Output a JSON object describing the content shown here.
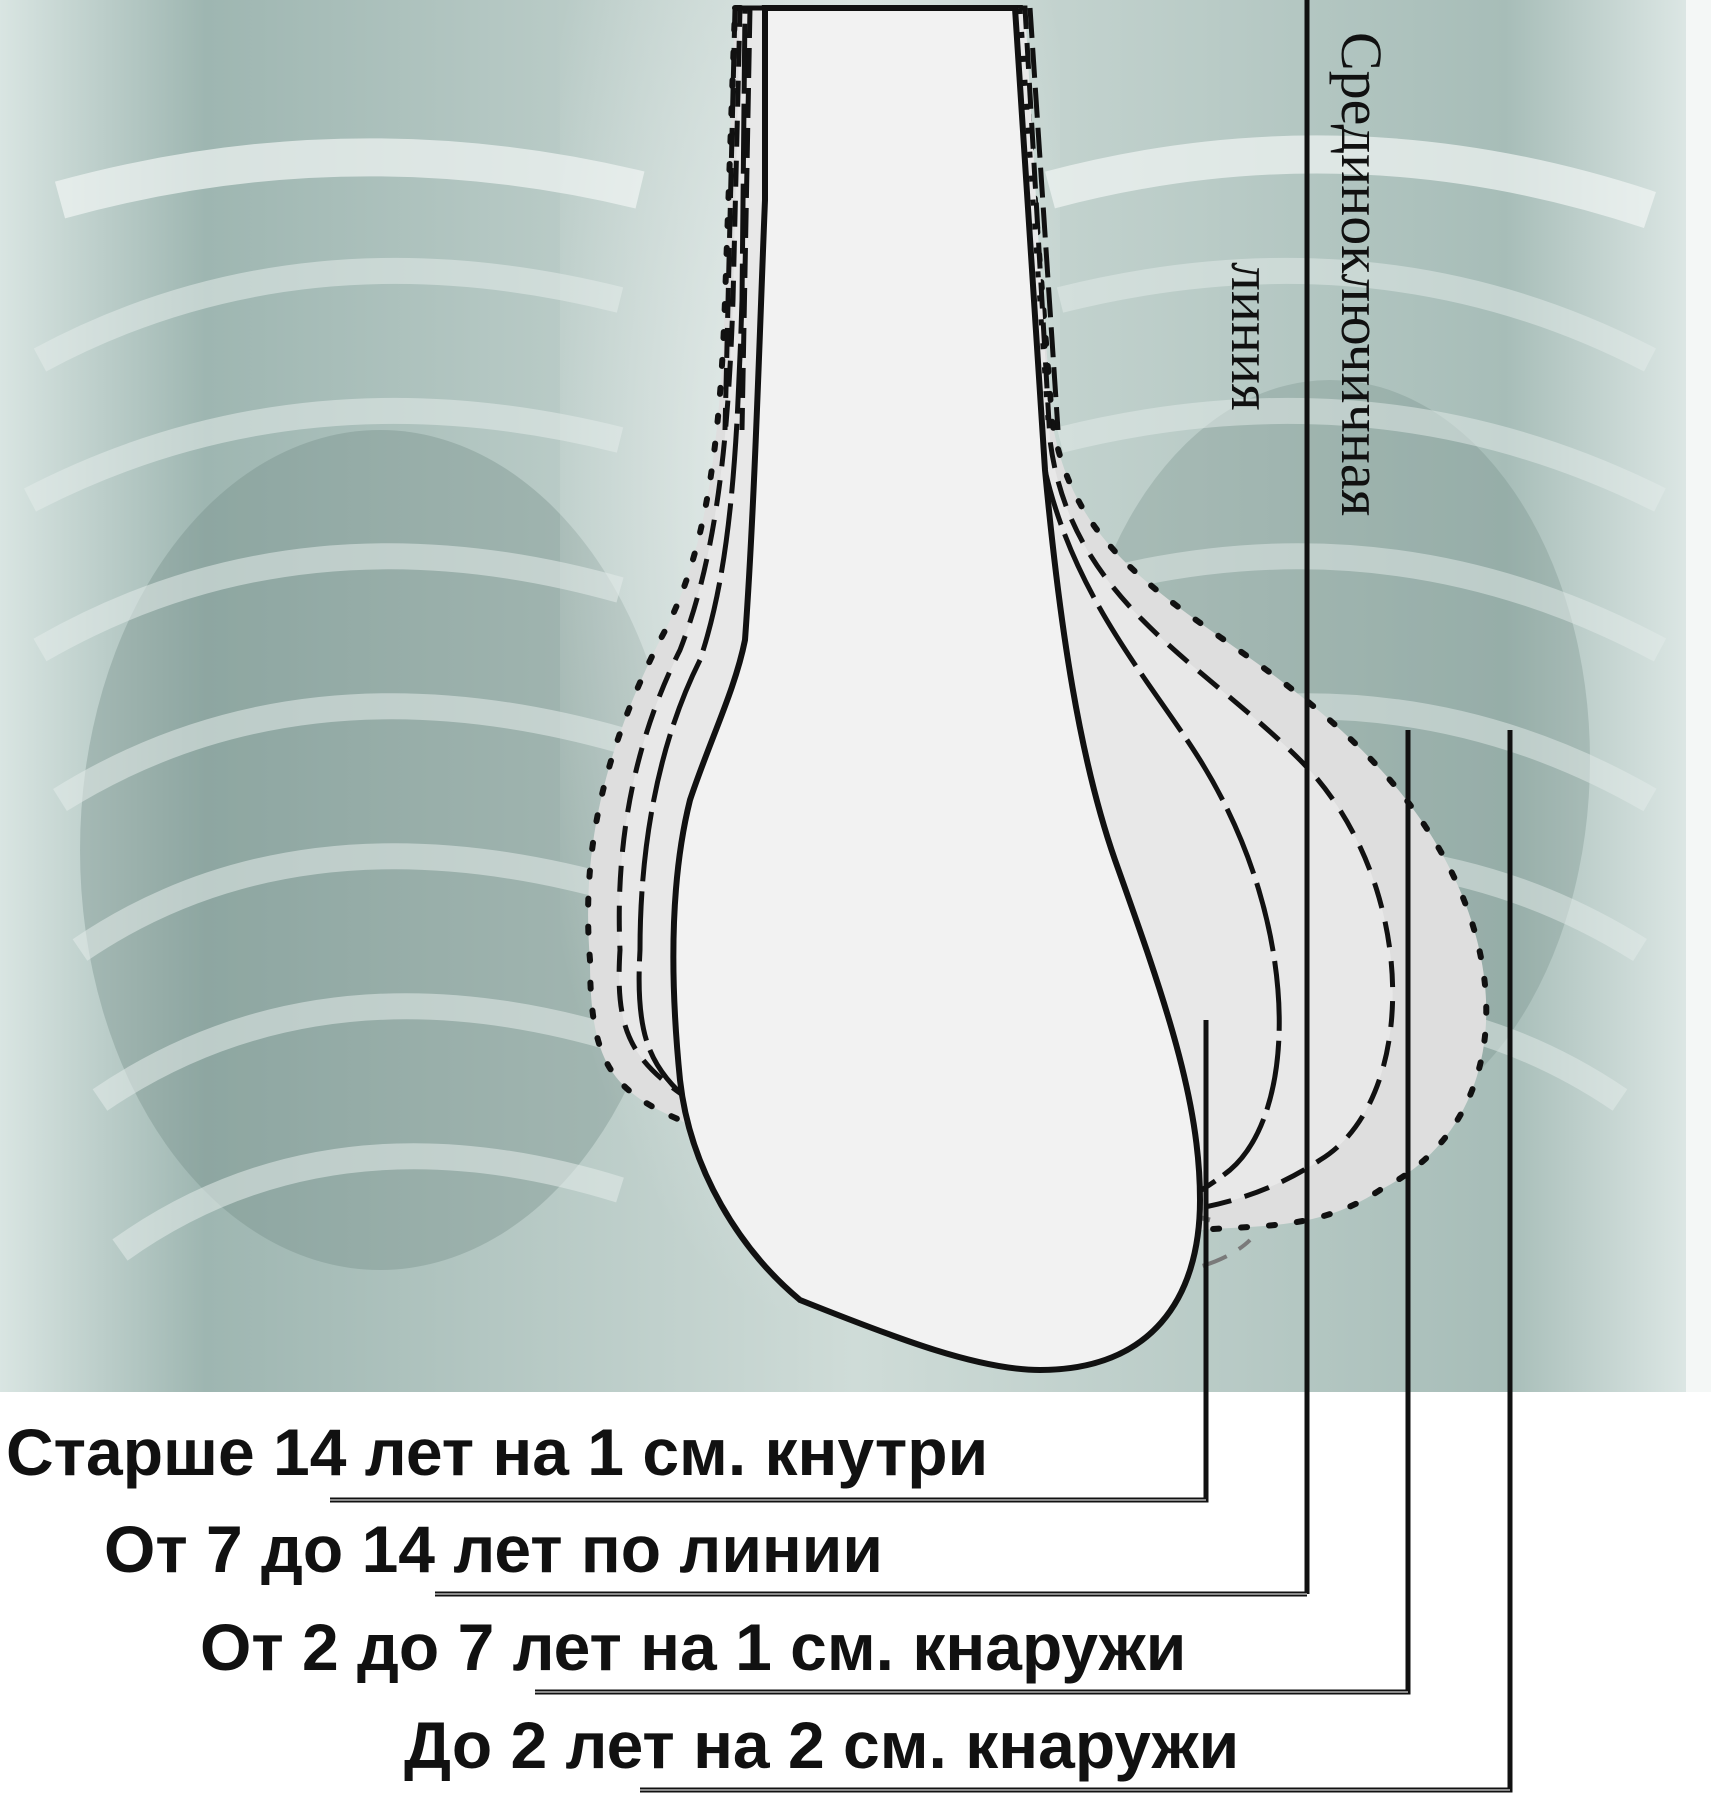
{
  "midclavicular_label": {
    "line1": "Срединоключичная",
    "line2": "линия"
  },
  "age_rules": [
    {
      "text": "Старше 14 лет на 1 см. кнутри",
      "style": "solid",
      "color": "#111111"
    },
    {
      "text": "От 7 до 14 лет по линии",
      "style": "long-dash",
      "color": "#111111"
    },
    {
      "text": "От 2 до 7 лет на 1 см. кнаружи",
      "style": "dashed",
      "color": "#111111"
    },
    {
      "text": "До 2 лет на 2 см. кнаружи",
      "style": "dotted",
      "color": "#111111"
    }
  ],
  "colors": {
    "xray_base": "#b9ccc7",
    "xray_dark": "#6f8a85",
    "heart_fill": "#f2f2f2",
    "outline": "#111111",
    "grey_dash": "#7a7a7a"
  }
}
